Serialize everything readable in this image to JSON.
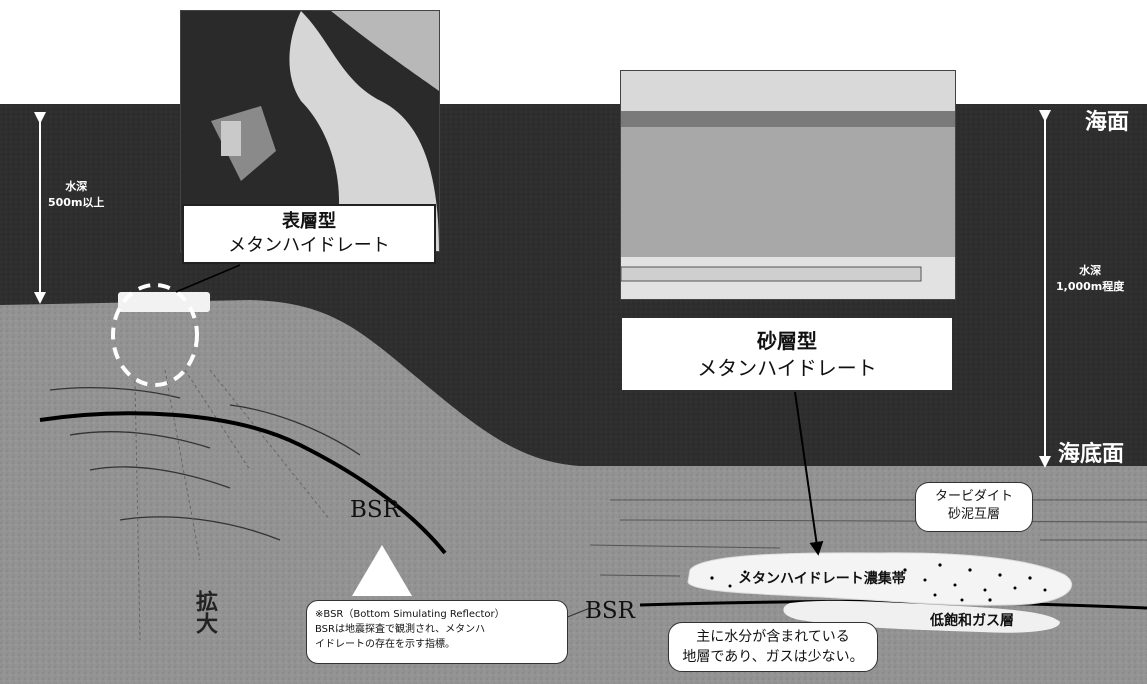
{
  "labels": {
    "sea_surface": "海面",
    "sea_floor": "海底面",
    "depth_left": [
      "水深",
      "500m以上"
    ],
    "depth_right": [
      "水深",
      "1,000m程度"
    ],
    "shallow_type": [
      "表層型",
      "メタンハイドレート"
    ],
    "sand_type": [
      "砂層型",
      "メタンハイドレート"
    ],
    "bsr_left": "BSR",
    "bsr_right": "BSR",
    "turbidite": [
      "タービダイト",
      "砂泥互層"
    ],
    "concentrated_zone": "メタンハイドレート濃集帯",
    "low_sat_gas": "低飽和ガス層",
    "water_layer_note": [
      "主に水分が含まれている",
      "地層であり、ガスは少ない。"
    ],
    "bsr_note": [
      "※BSR（Bottom Simulating Reflector）",
      "BSRは地震探査で観測され、メタンハ",
      "イドレートの存在を示す指標。"
    ],
    "vertical_kanji": "拡大"
  },
  "colors": {
    "sea": "#2b2b2b",
    "seabed": "#8f8f8f",
    "deep": "#9a9a9a",
    "caption_bg": "#ffffff",
    "text_dark": "#111111",
    "text_light": "#ffffff"
  }
}
